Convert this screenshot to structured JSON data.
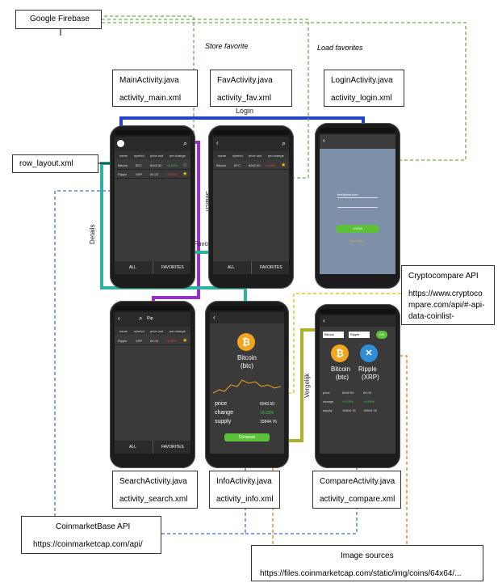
{
  "boxes": {
    "firebase": "Google Firebase",
    "main_java": "MainActivity.java",
    "main_xml": "activity_main.xml",
    "fav_java": "FavActivity.java",
    "fav_xml": "activity_fav.xml",
    "login_java": "LoginActivity.java",
    "login_xml": "activity_login.xml",
    "row_layout": "row_layout.xml",
    "crypto_api_title": "Cryptocompare API",
    "crypto_api_url_1": "https://www.cryptoco",
    "crypto_api_url_2": "mpare.com/api/#-api-",
    "crypto_api_url_3": "data-coinlist-",
    "search_java": "SearchActivity.java",
    "search_xml": "activity_search.xml",
    "info_java": "InfoActivity.java",
    "info_xml": "activity_info.xml",
    "compare_java": "CompareActivity.java",
    "compare_xml": "activity_compare.xml",
    "coinmarket_title": "CoinmarketBase API",
    "coinmarket_url": "https://coinmarketcap.com/api/",
    "images_title": "Image sources",
    "images_url": "https://files.coinmarketcap.com/static/img/coins/64x64/..."
  },
  "labels": {
    "store_favorite": "Store favorite",
    "load_favorites": "Load favorites",
    "login": "Login",
    "search": "Search",
    "favorites": "Favorites",
    "details": "Details",
    "vergelijk": "Vergelijk"
  },
  "colors": {
    "blue": "#2244c8",
    "purple": "#9a2fc4",
    "teal": "#2bb3a0",
    "green_dashed": "#6ab04c",
    "olive": "#a8b22a",
    "blue_dashed": "#3a6fd0",
    "orange_dashed": "#e07b20",
    "yellow_dashed": "#e6b800",
    "green_button": "#5cc23a",
    "bitcoin": "#f2a51e",
    "ripple": "#2e8fd6"
  },
  "table": {
    "headers": [
      "name",
      "symbol",
      "price usd",
      "per.change"
    ],
    "rows": [
      {
        "name": "Bitcoin",
        "symbol": "BTC",
        "price": "6042.50",
        "change": "+5.23%"
      },
      {
        "name": "Ripple",
        "symbol": "XRP",
        "price": "64.03",
        "change": "-5.53%"
      }
    ],
    "fav_rows": [
      {
        "name": "Bitcoin",
        "symbol": "BTC",
        "price": "6042.50",
        "change": "+5.23%"
      }
    ],
    "search_rows": [
      {
        "name": "Ripple",
        "symbol": "XRP",
        "price": "64.03",
        "change": "-5.53%"
      }
    ]
  },
  "phones": {
    "tab_all": "ALL",
    "tab_favorites": "FAVORITES",
    "search_query": "Rip",
    "login_email": "test@test.com",
    "login_button": "LOGIN",
    "login_register": "REGISTER",
    "info_coin": "Bitcoin",
    "info_symbol": "(btc)",
    "info_price_label": "price",
    "info_change_label": "change",
    "info_supply_label": "supply",
    "info_price": "6042.50",
    "info_change": "+5.23%",
    "info_supply": "15844.76",
    "info_compare_button": "Compare",
    "cmp_coin1": "Bitcoin",
    "cmp_sym1": "(btc)",
    "cmp_coin2": "Ripple",
    "cmp_sym2": "(XRP)",
    "cmp_input1": "Bitcoin",
    "cmp_input2": "Ripple",
    "cmp_go": "GO",
    "cmp_rows": [
      {
        "label": "price",
        "v1": "6042.50",
        "v2": "64.03"
      },
      {
        "label": "change",
        "v1": "+5.23%",
        "v2": "+6.05%"
      },
      {
        "label": "supply",
        "v1": "15844.76",
        "v2": "15844.76"
      }
    ]
  }
}
